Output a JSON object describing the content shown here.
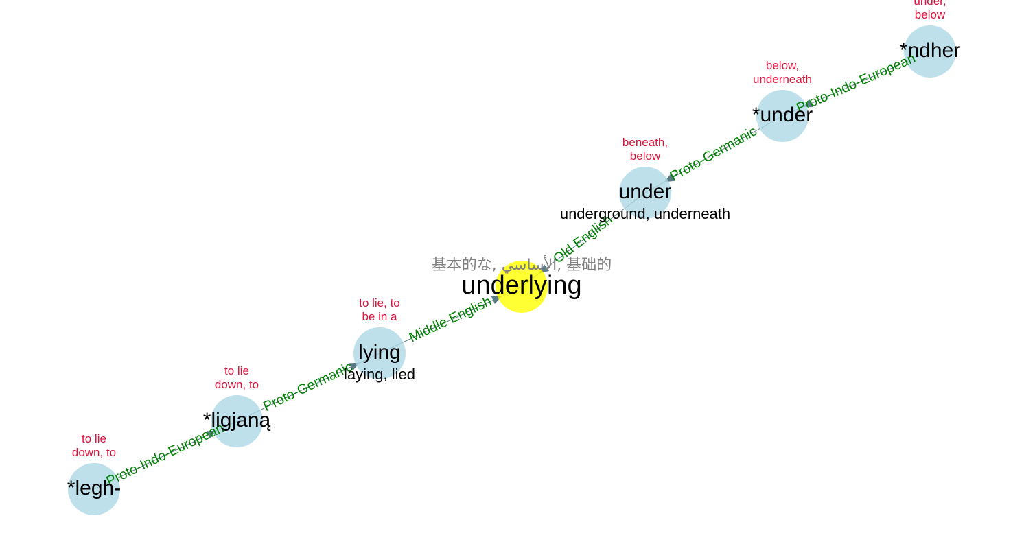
{
  "colors": {
    "node": "#add8e6",
    "focus_node": "#ffff00",
    "edge_label": "#008000",
    "gloss": "#dc143c",
    "translations": "#808080"
  },
  "nodes": [
    {
      "id": "ndher",
      "word": "*ndher",
      "gloss": [
        "under,",
        "below"
      ],
      "related": ""
    },
    {
      "id": "under_pg",
      "word": "*under",
      "gloss": [
        "below,",
        "underneath"
      ],
      "related": ""
    },
    {
      "id": "under",
      "word": "under",
      "gloss": [
        "beneath,",
        "below"
      ],
      "related": "underground, underneath"
    },
    {
      "id": "underlying",
      "word": "underlying",
      "gloss": [],
      "related": "",
      "focus": true,
      "translations": "基本的な, الأساسي, 基础的"
    },
    {
      "id": "lying",
      "word": "lying",
      "gloss": [
        "to lie, to",
        "be in a"
      ],
      "related": "laying, lied"
    },
    {
      "id": "ligjana",
      "word": "*ligjaną",
      "gloss": [
        "to lie",
        "down, to"
      ],
      "related": ""
    },
    {
      "id": "legh",
      "word": "*legh-",
      "gloss": [
        "to lie",
        "down, to"
      ],
      "related": ""
    }
  ],
  "edges": [
    {
      "from": "ndher",
      "to": "under_pg",
      "label": "Proto-Indo-European"
    },
    {
      "from": "under_pg",
      "to": "under",
      "label": "Proto-Germanic"
    },
    {
      "from": "under",
      "to": "underlying",
      "label": "Old English"
    },
    {
      "from": "lying",
      "to": "underlying",
      "label": "Middle English"
    },
    {
      "from": "ligjana",
      "to": "lying",
      "label": "Proto-Germanic"
    },
    {
      "from": "legh",
      "to": "ligjana",
      "label": "Proto-Indo-European"
    }
  ]
}
